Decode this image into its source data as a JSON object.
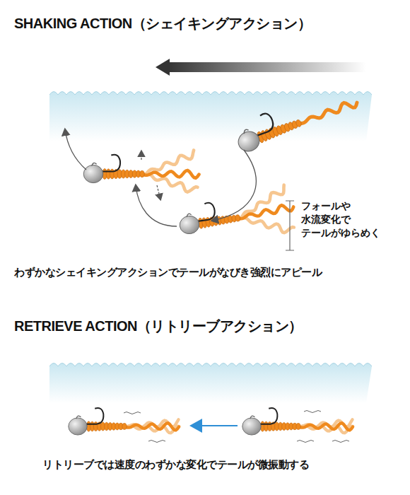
{
  "diagram": {
    "labels": [
      "SHAKING ACTION（シェイキングアクション）",
      "フォールや 水流変化で テールがゆらめく",
      "わずかなシェイキングアクションでテールがなびき強烈にアピール",
      "RETRIEVE ACTION（リトリーブアクション）",
      "リトリーブでは速度のわずかな変化でテールが微振動する"
    ]
  }
}
